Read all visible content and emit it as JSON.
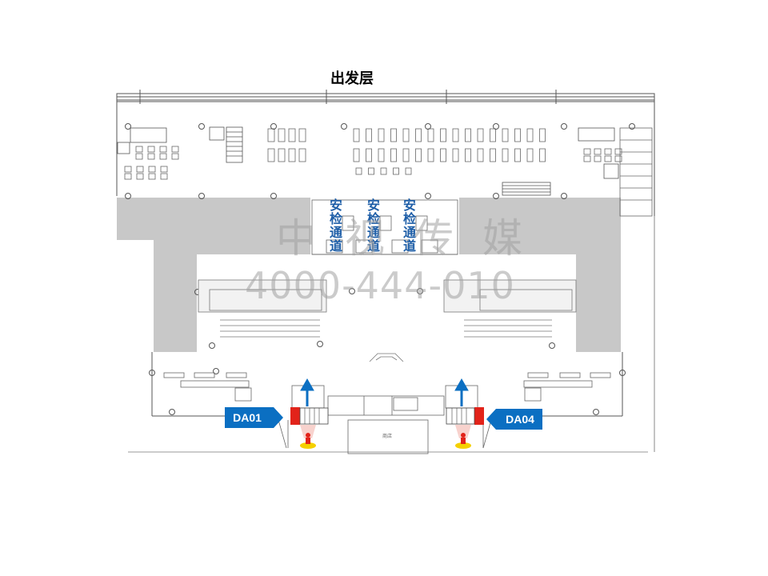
{
  "floor_title": "出发层",
  "security_channels": [
    {
      "label": "安检通道"
    },
    {
      "label": "安检通道"
    },
    {
      "label": "安检通道"
    }
  ],
  "ad_tags": [
    {
      "code": "DA01",
      "color": "#0b6fc2",
      "direction": "right"
    },
    {
      "code": "DA04",
      "color": "#0b6fc2",
      "direction": "left"
    }
  ],
  "watermark": {
    "name": "中视传媒",
    "phone": "4000-444-010"
  },
  "colors": {
    "block_gray": "#c8c8c8",
    "line": "#555555",
    "ad_red": "#e2231a",
    "arrow_blue": "#0b6fc2",
    "marker_yellow": "#f5d000"
  }
}
